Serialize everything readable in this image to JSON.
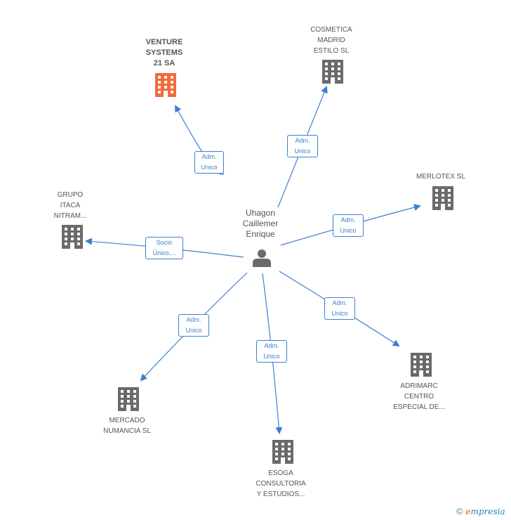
{
  "colors": {
    "edge": "#3d7fd0",
    "building": "#6a6a6a",
    "building_highlight": "#f26a3d",
    "person": "#6a6a6a",
    "text": "#555555"
  },
  "center": {
    "label_lines": [
      "Uhagon",
      "Caillemer",
      "Enrique"
    ],
    "icon": "person-icon"
  },
  "companies": [
    {
      "id": "venture",
      "label_lines": [
        "VENTURE",
        "SYSTEMS",
        "21 SA"
      ],
      "highlight": true,
      "icon": "building-icon"
    },
    {
      "id": "cosmetica",
      "label_lines": [
        "COSMETICA",
        "MADRID",
        "ESTILO SL"
      ],
      "highlight": false,
      "icon": "building-icon"
    },
    {
      "id": "merlotex",
      "label_lines": [
        "MERLOTEX SL"
      ],
      "highlight": false,
      "icon": "building-icon"
    },
    {
      "id": "grupo",
      "label_lines": [
        "GRUPO",
        "ITACA",
        "NITRAM..."
      ],
      "highlight": false,
      "icon": "building-icon"
    },
    {
      "id": "adrimarc",
      "label_lines": [
        "ADRIMARC",
        "CENTRO",
        "ESPECIAL DE..."
      ],
      "highlight": false,
      "icon": "building-icon"
    },
    {
      "id": "mercado",
      "label_lines": [
        "MERCADO",
        "NUMANCIA SL"
      ],
      "highlight": false,
      "icon": "building-icon"
    },
    {
      "id": "esoga",
      "label_lines": [
        "ESOGA",
        "CONSULTORIA",
        "Y ESTUDIOS..."
      ],
      "highlight": false,
      "icon": "building-icon"
    }
  ],
  "relations": [
    {
      "to": "venture",
      "label_lines": [
        "Adm.",
        "Unico"
      ]
    },
    {
      "to": "cosmetica",
      "label_lines": [
        "Adm.",
        "Unico"
      ]
    },
    {
      "to": "merlotex",
      "label_lines": [
        "Adm.",
        "Unico"
      ]
    },
    {
      "to": "grupo",
      "label_lines": [
        "Socio",
        "Único,..."
      ]
    },
    {
      "to": "adrimarc",
      "label_lines": [
        "Adm.",
        "Unico"
      ]
    },
    {
      "to": "mercado",
      "label_lines": [
        "Adm.",
        "Unico"
      ]
    },
    {
      "to": "esoga",
      "label_lines": [
        "Adm.",
        "Unico"
      ]
    }
  ],
  "brand": {
    "copyright": "©",
    "name_first": "e",
    "name_rest": "mpresia"
  }
}
